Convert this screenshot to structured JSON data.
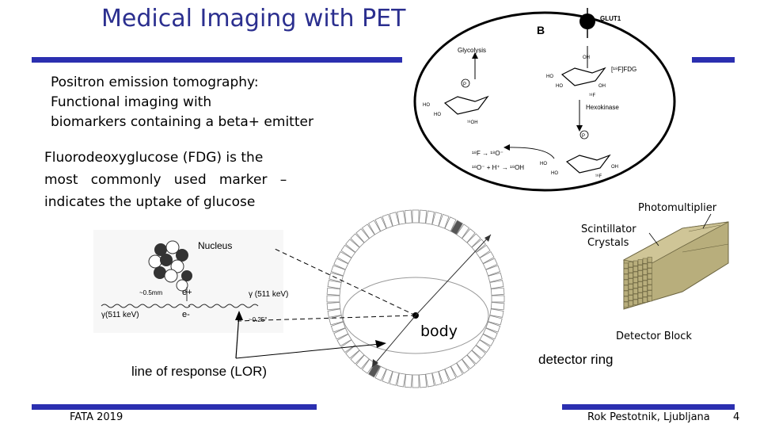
{
  "slide": {
    "title": "Medical Imaging with PET",
    "intro_lines": [
      "Positron emission tomography:",
      "Functional imaging with",
      "biomarkers containing a beta+  emitter"
    ],
    "fdg_lines": [
      "Fluorodeoxyglucose (FDG)  is the",
      "most   commonly   used   marker   –",
      "indicates the uptake of  glucose"
    ],
    "footer_left": "FATA 2019",
    "footer_author": "Rok Pestotnik, Ljubljana",
    "page_number": "4"
  },
  "figure_b": {
    "panel_letter": "B",
    "glut_label": "GLUT1",
    "glycolysis": "Glycolysis",
    "fdg_label": "[¹⁸F]FDG",
    "hexokinase": "Hexokinase",
    "reaction_1": "¹⁸F → ¹⁸O⁻",
    "reaction_2": "¹⁸O⁻ + H⁺ → ¹⁸OH",
    "ho": "HO",
    "oh": "OH",
    "o18h": "¹⁸OH",
    "f18": "¹⁸F",
    "p": "P"
  },
  "annihilation": {
    "nucleus": "Nucleus",
    "positron": "e+",
    "electron": "e-",
    "range": "~0.5mm",
    "gamma_right": "γ (511 keV)",
    "gamma_left": "γ(511 keV)",
    "angle": "~0.25°"
  },
  "detector": {
    "body": "body",
    "lor": "line of response (LOR)",
    "ring": "detector ring",
    "photomultiplier": "Photomultiplier",
    "scintillator_1": "Scintillator",
    "scintillator_2": "Crystals",
    "block": "Detector Block"
  },
  "colors": {
    "title": "#2b2f8f",
    "bar": "#2b2fb0",
    "crystal": "#b8ae7c",
    "highlight_crystal": "#555555"
  }
}
